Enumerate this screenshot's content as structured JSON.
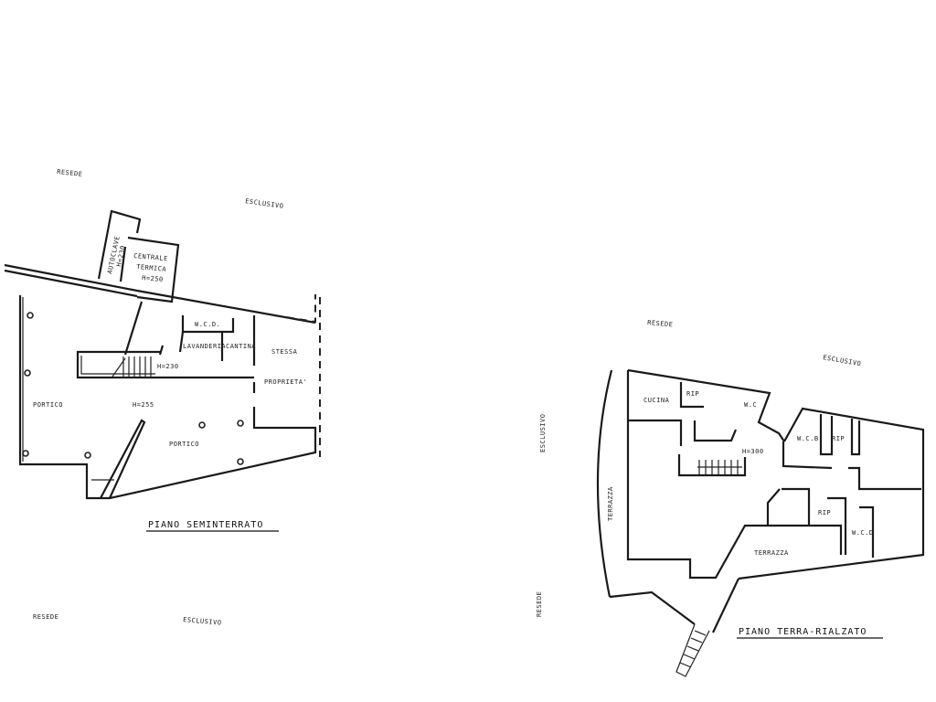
{
  "plan_left": {
    "title": "PIANO SEMINTERRATO",
    "labels": {
      "resede_top": "RESEDE",
      "esclusivo_top": "ESCLUSIVO",
      "autoclave": "AUTOCLAVE",
      "autoclave_h": "H=230",
      "centrale": "CENTRALE",
      "termica": "TERMICA",
      "centrale_h": "H=250",
      "wcd": "W.C.D.",
      "lavanderia": "LAVANDERIA",
      "cantina": "CANTINA",
      "h230": "H=230",
      "stessa": "STESSA",
      "proprieta": "PROPRIETA'",
      "portico_left": "PORTICO",
      "h255": "H=255",
      "portico_bottom": "PORTICO",
      "resede_bottom": "RESEDE",
      "esclusivo_bottom": "ESCLUSIVO"
    }
  },
  "plan_right": {
    "title": "PIANO TERRA-RIALZATO",
    "labels": {
      "resede_top": "RESEDE",
      "esclusivo_top": "ESCLUSIVO",
      "esclusivo_side": "ESCLUSIVO",
      "resede_side": "RESEDE",
      "cucina": "CUCINA",
      "rip1": "RIP",
      "wc": "W.C",
      "h300": "H=300",
      "wcb": "W.C.B",
      "rip2": "RIP",
      "rip3": "RIP",
      "wcd": "W.C.D",
      "terrazza_side": "TERRAZZA",
      "terrazza_bottom": "TERRAZZA"
    }
  }
}
